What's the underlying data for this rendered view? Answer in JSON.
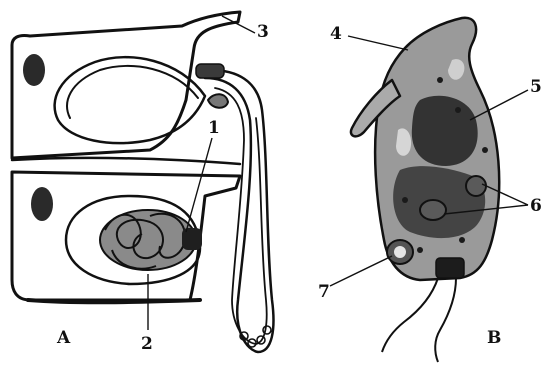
{
  "figure": {
    "panel_a_label": "A",
    "panel_b_label": "B",
    "callouts": [
      "1",
      "2",
      "3",
      "4",
      "5",
      "6",
      "7"
    ]
  },
  "colors": {
    "ink": "#111111",
    "dark_fill": "#2a2a2a",
    "mid_fill": "#6a6a6a",
    "light_fill": "#b8b8b8",
    "background": "#ffffff"
  }
}
